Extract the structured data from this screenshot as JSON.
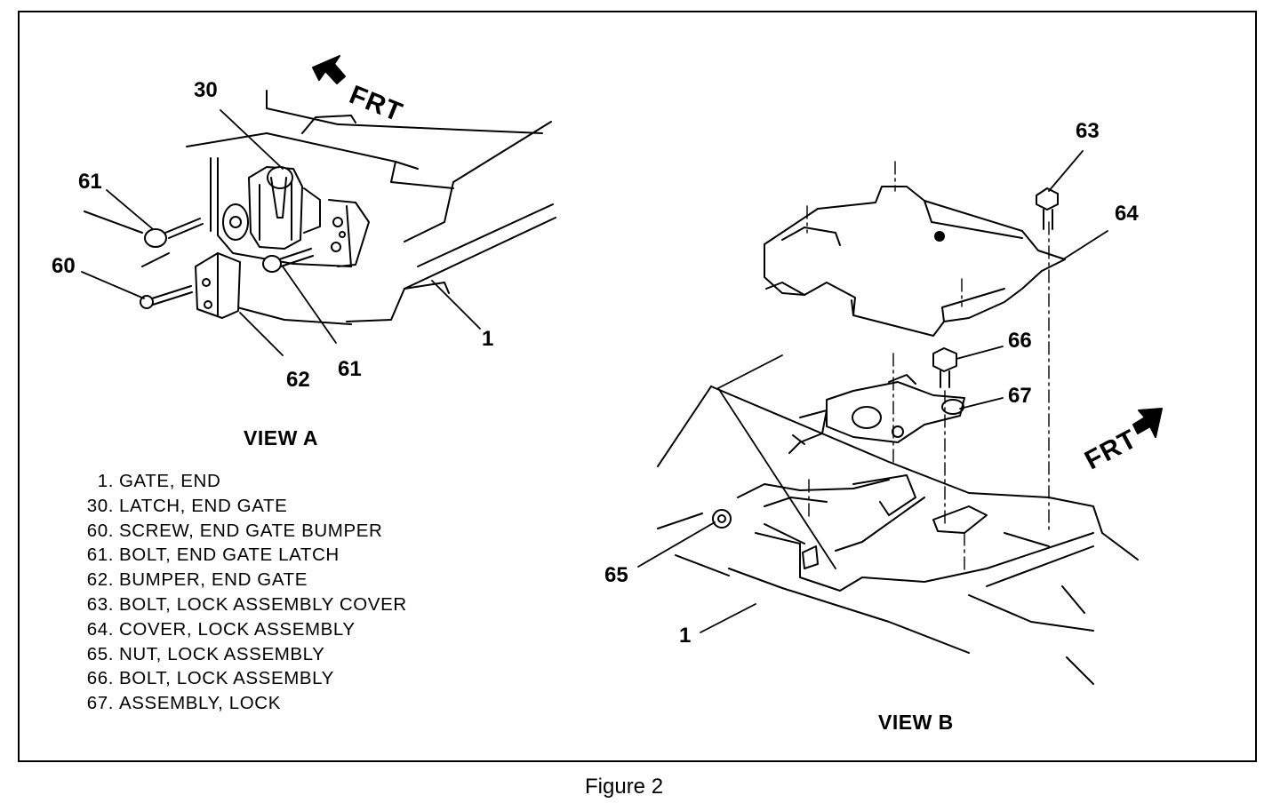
{
  "view_a": {
    "title": "VIEW A",
    "frt_label": "FRT",
    "callouts": {
      "c30": "30",
      "c61_left": "61",
      "c60": "60",
      "c62": "62",
      "c61_bottom": "61",
      "c1": "1"
    }
  },
  "view_b": {
    "title": "VIEW B",
    "frt_label": "FRT",
    "callouts": {
      "c63": "63",
      "c64": "64",
      "c66": "66",
      "c67": "67",
      "c65": "65",
      "c1": "1"
    }
  },
  "legend": [
    {
      "num": "1.",
      "text": "GATE, END"
    },
    {
      "num": "30.",
      "text": "LATCH, END GATE"
    },
    {
      "num": "60.",
      "text": "SCREW, END GATE BUMPER"
    },
    {
      "num": "61.",
      "text": "BOLT, END GATE LATCH"
    },
    {
      "num": "62.",
      "text": "BUMPER, END GATE"
    },
    {
      "num": "63.",
      "text": "BOLT, LOCK ASSEMBLY COVER"
    },
    {
      "num": "64.",
      "text": "COVER, LOCK ASSEMBLY"
    },
    {
      "num": "65.",
      "text": "NUT, LOCK ASSEMBLY"
    },
    {
      "num": "66.",
      "text": "BOLT, LOCK ASSEMBLY"
    },
    {
      "num": "67.",
      "text": "ASSEMBLY, LOCK"
    }
  ],
  "caption": "Figure 2"
}
